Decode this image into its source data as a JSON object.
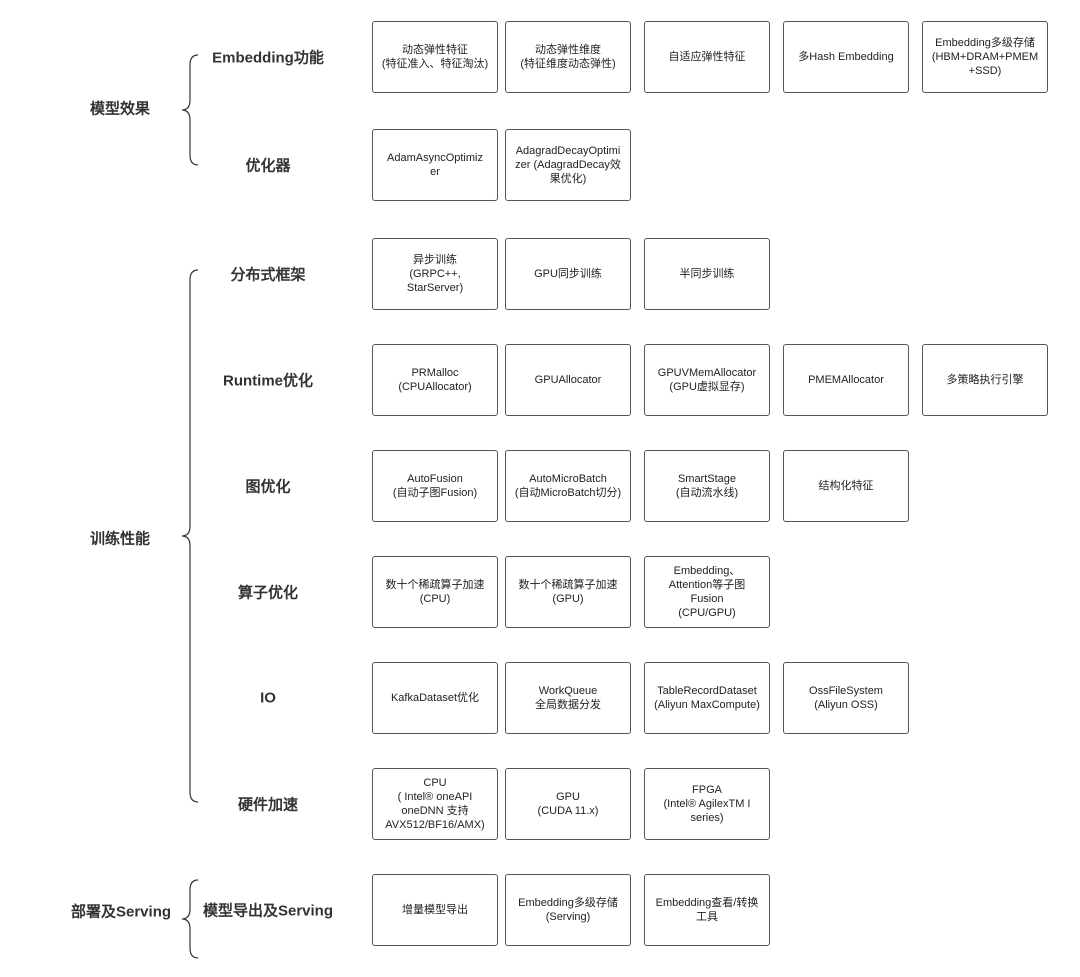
{
  "sections": [
    {
      "name": "模型效果",
      "groups": [
        {
          "label": "Embedding功能",
          "items": [
            "动态弹性特征\n(特征准入、特征淘汰)",
            "动态弹性维度\n(特征维度动态弹性)",
            "自适应弹性特征",
            "多Hash Embedding",
            "Embedding多级存储\n(HBM+DRAM+PMEM\n+SSD)"
          ]
        },
        {
          "label": "优化器",
          "items": [
            "AdamAsyncOptimiz\ner",
            "AdagradDecayOptimi\nzer (AdagradDecay效\n果优化)"
          ]
        }
      ]
    },
    {
      "name": "训练性能",
      "groups": [
        {
          "label": "分布式框架",
          "items": [
            "异步训练\n(GRPC++,\nStarServer)",
            "GPU同步训练",
            "半同步训练"
          ]
        },
        {
          "label": "Runtime优化",
          "items": [
            "PRMalloc\n(CPUAllocator)",
            "GPUAllocator",
            "GPUVMemAllocator\n(GPU虚拟显存)",
            "PMEMAllocator",
            "多策略执行引擎"
          ]
        },
        {
          "label": "图优化",
          "items": [
            "AutoFusion\n(自动子图Fusion)",
            "AutoMicroBatch\n(自动MicroBatch切分)",
            "SmartStage\n(自动流水线)",
            "结构化特征"
          ]
        },
        {
          "label": "算子优化",
          "items": [
            "数十个稀疏算子加速\n(CPU)",
            "数十个稀疏算子加速\n(GPU)",
            "Embedding、\nAttention等子图\nFusion\n(CPU/GPU)"
          ]
        },
        {
          "label": "IO",
          "items": [
            "KafkaDataset优化",
            "WorkQueue\n全局数据分发",
            "TableRecordDataset\n(Aliyun MaxCompute)",
            "OssFileSystem\n(Aliyun OSS)"
          ]
        },
        {
          "label": "硬件加速",
          "items": [
            "CPU\n( Intel® oneAPI\noneDNN 支持\nAVX512/BF16/AMX)",
            "GPU\n(CUDA 11.x)",
            "FPGA\n(Intel® AgilexTM I\nseries)"
          ]
        }
      ]
    },
    {
      "name": "部署及Serving",
      "groups": [
        {
          "label": "模型导出及Serving",
          "items": [
            "增量模型导出",
            "Embedding多级存储\n(Serving)",
            "Embedding查看/转换\n工具"
          ]
        }
      ]
    }
  ]
}
